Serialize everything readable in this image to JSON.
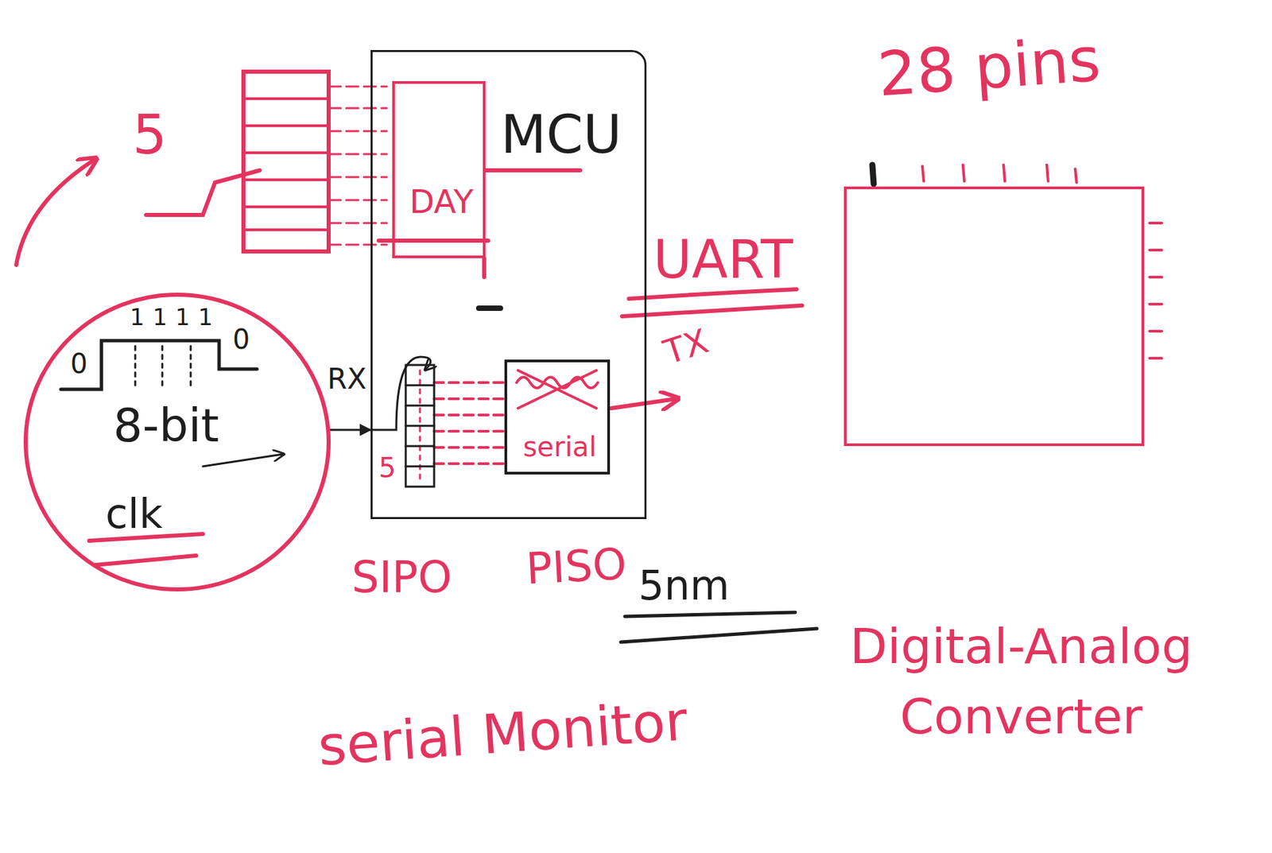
{
  "diagram": {
    "nodes": [
      {
        "text": [
          "MCU"
        ]
      },
      {
        "text": [
          "DAY"
        ],
        "in": 0
      },
      {
        "text": [
          "serial"
        ],
        "in": 0
      },
      {
        "text": [
          "8-bit",
          "clk"
        ]
      },
      {
        "text": [
          "28 pins"
        ]
      }
    ],
    "edges": [
      {
        "from": 3,
        "to": 0,
        "arrow": "to",
        "label": "RX"
      }
    ],
    "labels": [
      "5",
      "0",
      "1111",
      "0",
      "UART",
      "TX",
      "5",
      "SIPO",
      "PISO",
      "5nm",
      "serial Monitor",
      "Digital-Analog Converter"
    ]
  }
}
